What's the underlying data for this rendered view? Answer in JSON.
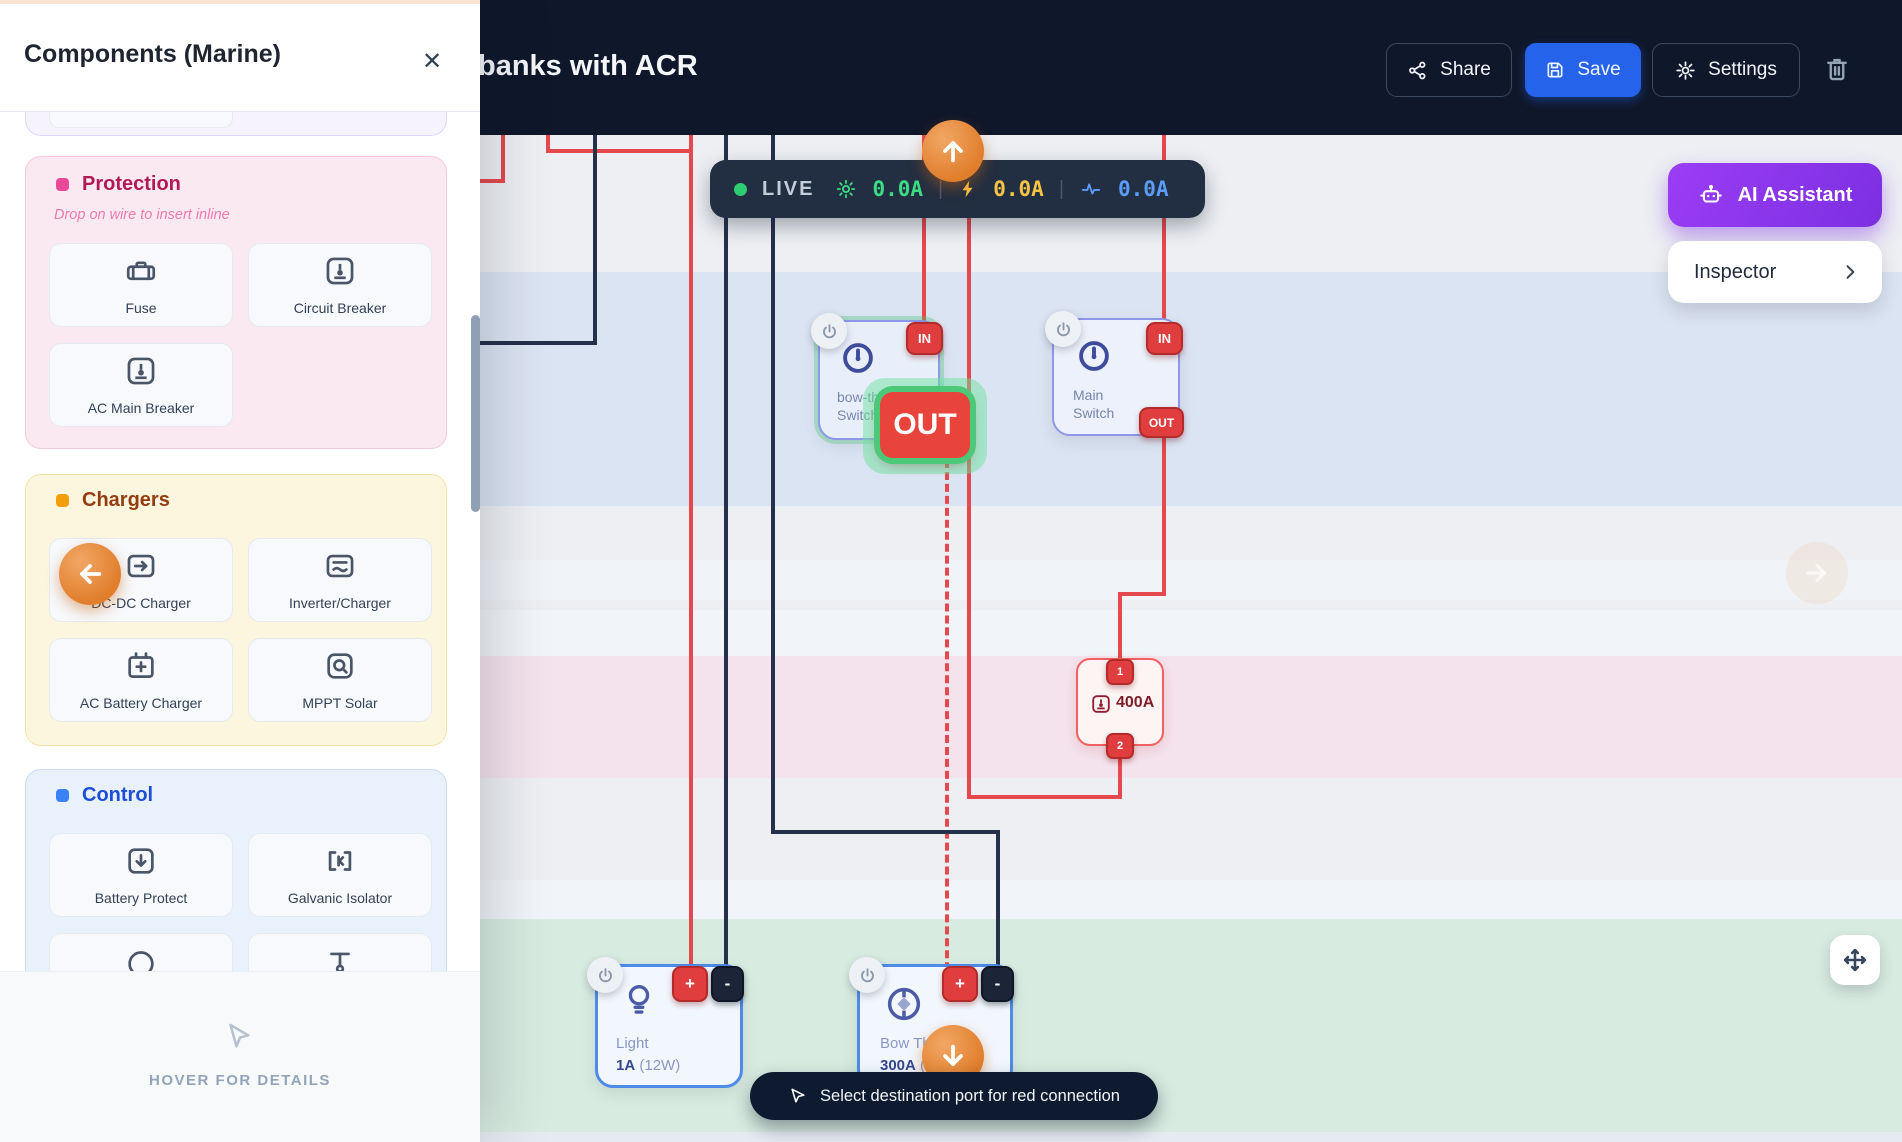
{
  "topbar": {
    "title": "banks with ACR",
    "share_label": "Share",
    "save_label": "Save",
    "settings_label": "Settings"
  },
  "status_pill": {
    "live_label": "LIVE",
    "solar_value": "0.0A",
    "charge_value": "0.0A",
    "load_value": "0.0A",
    "divider": "|"
  },
  "side_widgets": {
    "ai_label": "AI Assistant",
    "inspector_label": "Inspector"
  },
  "panel": {
    "title": "Components (Marine)",
    "close_glyph": "✕",
    "footer_hint": "HOVER FOR DETAILS",
    "sections": {
      "protection": {
        "label": "Protection",
        "hint": "Drop on wire to insert inline",
        "items": [
          {
            "label": "Fuse"
          },
          {
            "label": "Circuit Breaker"
          },
          {
            "label": "AC Main Breaker"
          }
        ]
      },
      "chargers": {
        "label": "Chargers",
        "items": [
          {
            "label": "DC-DC Charger"
          },
          {
            "label": "Inverter/Charger"
          },
          {
            "label": "AC Battery Charger"
          },
          {
            "label": "MPPT Solar"
          }
        ]
      },
      "control": {
        "label": "Control",
        "items": [
          {
            "label": "Battery Protect"
          },
          {
            "label": "Galvanic Isolator"
          }
        ]
      }
    }
  },
  "nodes": {
    "bow_switch": {
      "label": "bow-thruster Switch",
      "in_port": "IN"
    },
    "pending_out": {
      "label": "OUT"
    },
    "main_switch": {
      "label": "Main Switch",
      "in_port": "IN",
      "out_port": "OUT"
    },
    "fuse": {
      "rating": "400A",
      "port1": "1",
      "port2": "2"
    },
    "light": {
      "label": "Light",
      "rating": "1A",
      "power": "(12W)",
      "pos": "+",
      "neg": "-"
    },
    "thruster": {
      "label": "Bow Thruster",
      "rating": "300A",
      "power": "(3600W)",
      "pos": "+",
      "neg": "-"
    }
  },
  "toast": {
    "message": "Select destination port for red connection"
  },
  "colors": {
    "accent_red": "#E5484D",
    "wire_dark": "#25304A",
    "save_blue": "#2563EB",
    "ai_purple": "#7C2FE0",
    "live_green": "#3DDC84",
    "charge_amber": "#F6C344",
    "load_blue": "#5B9CF8",
    "highlight_green": "#4CC878"
  }
}
